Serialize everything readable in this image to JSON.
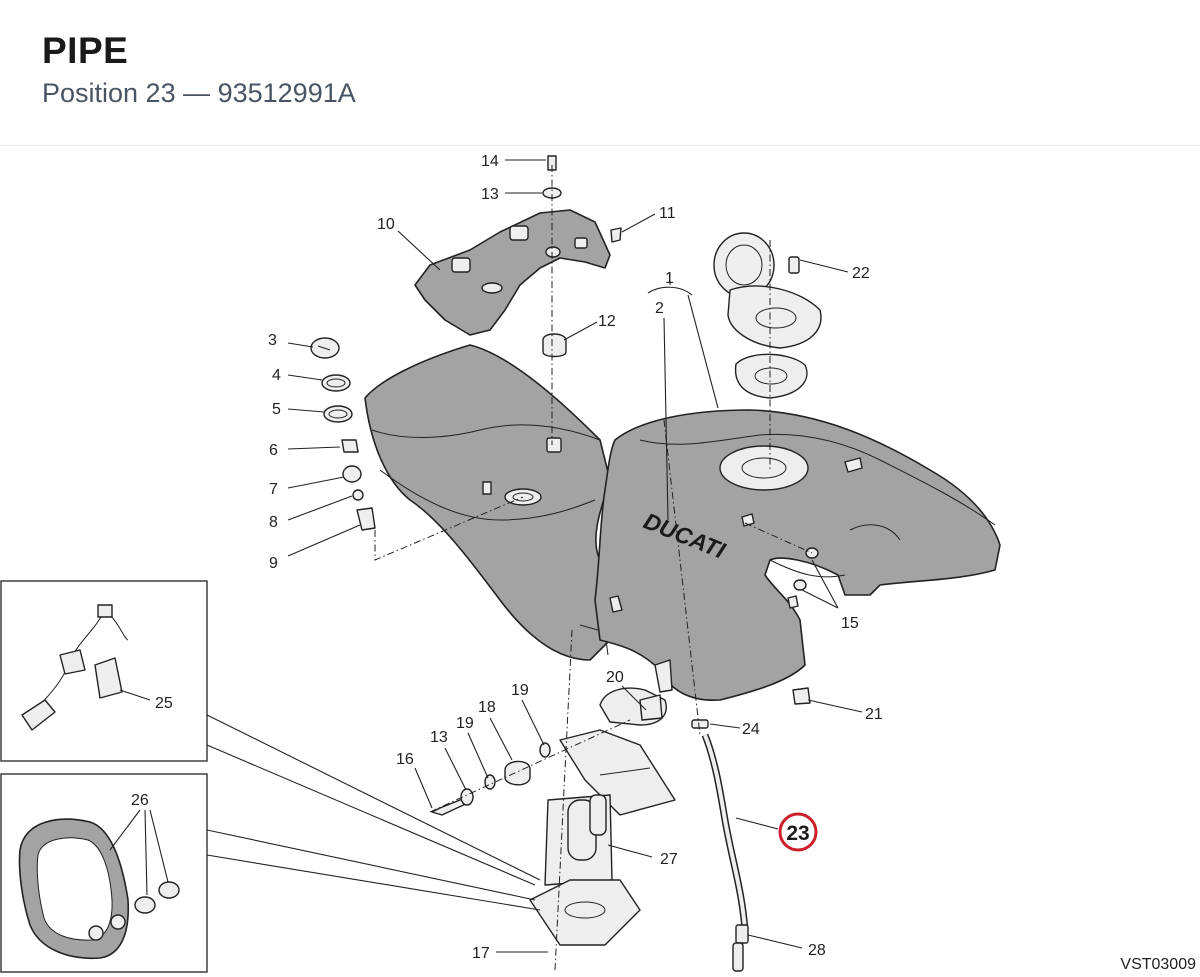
{
  "header": {
    "title": "PIPE",
    "subtitle": "Position 23 — 93512991A"
  },
  "callouts": [
    {
      "id": "c1",
      "text": "1"
    },
    {
      "id": "c2",
      "text": "2"
    },
    {
      "id": "c3",
      "text": "3"
    },
    {
      "id": "c4",
      "text": "4"
    },
    {
      "id": "c5",
      "text": "5"
    },
    {
      "id": "c6",
      "text": "6"
    },
    {
      "id": "c7",
      "text": "7"
    },
    {
      "id": "c8",
      "text": "8"
    },
    {
      "id": "c9",
      "text": "9"
    },
    {
      "id": "c10",
      "text": "10"
    },
    {
      "id": "c11",
      "text": "11"
    },
    {
      "id": "c12",
      "text": "12"
    },
    {
      "id": "c13a",
      "text": "13"
    },
    {
      "id": "c13b",
      "text": "13"
    },
    {
      "id": "c14",
      "text": "14"
    },
    {
      "id": "c15",
      "text": "15"
    },
    {
      "id": "c16",
      "text": "16"
    },
    {
      "id": "c17",
      "text": "17"
    },
    {
      "id": "c18",
      "text": "18"
    },
    {
      "id": "c19a",
      "text": "19"
    },
    {
      "id": "c19b",
      "text": "19"
    },
    {
      "id": "c20",
      "text": "20"
    },
    {
      "id": "c21",
      "text": "21"
    },
    {
      "id": "c22",
      "text": "22"
    },
    {
      "id": "c24",
      "text": "24"
    },
    {
      "id": "c25",
      "text": "25"
    },
    {
      "id": "c26",
      "text": "26"
    },
    {
      "id": "c27",
      "text": "27"
    },
    {
      "id": "c28",
      "text": "28"
    }
  ],
  "highlight": {
    "text": "23",
    "color": "#cc1f2a"
  },
  "tank_brand": "DUCATI",
  "drawing_code": "VST03009"
}
